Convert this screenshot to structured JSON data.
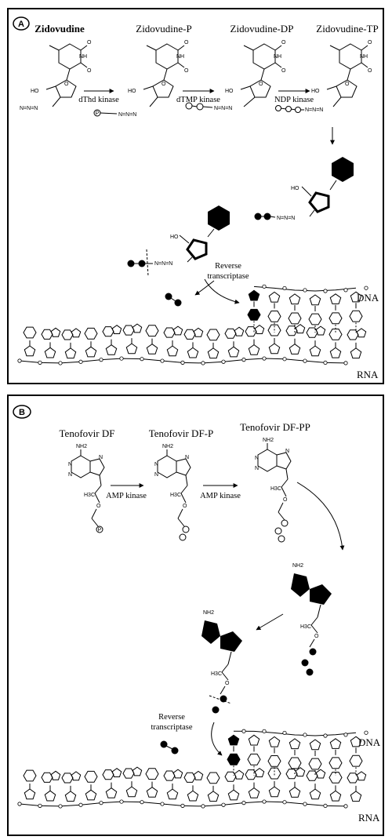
{
  "panelA": {
    "badge": "A",
    "compounds": [
      "Zidovudine",
      "Zidovudine-P",
      "Zidovudine-DP",
      "Zidovudine-TP"
    ],
    "enzymes": [
      "dThd kinase",
      "dTMP kinase",
      "NDP kinase"
    ],
    "reverse_transcriptase": [
      "Reverse",
      "transcriptase"
    ],
    "strands": {
      "dna": "DNA",
      "rna": "RNA"
    },
    "atoms": {
      "HO": "HO",
      "O": "O",
      "NH": "NH",
      "N": "N",
      "P": "P",
      "azide": "N=N=N"
    }
  },
  "panelB": {
    "badge": "B",
    "compounds": [
      "Tenofovir DF",
      "Tenofovir DF-P",
      "Tenofovir DF-PP"
    ],
    "enzymes": [
      "AMP kinase",
      "AMP kinase"
    ],
    "reverse_transcriptase": [
      "Reverse",
      "transcriptase"
    ],
    "strands": {
      "dna": "DNA",
      "rna": "RNA"
    },
    "atoms": {
      "NH2": "NH2",
      "N": "N",
      "O": "O",
      "H3C": "H3C",
      "P": "P"
    }
  }
}
